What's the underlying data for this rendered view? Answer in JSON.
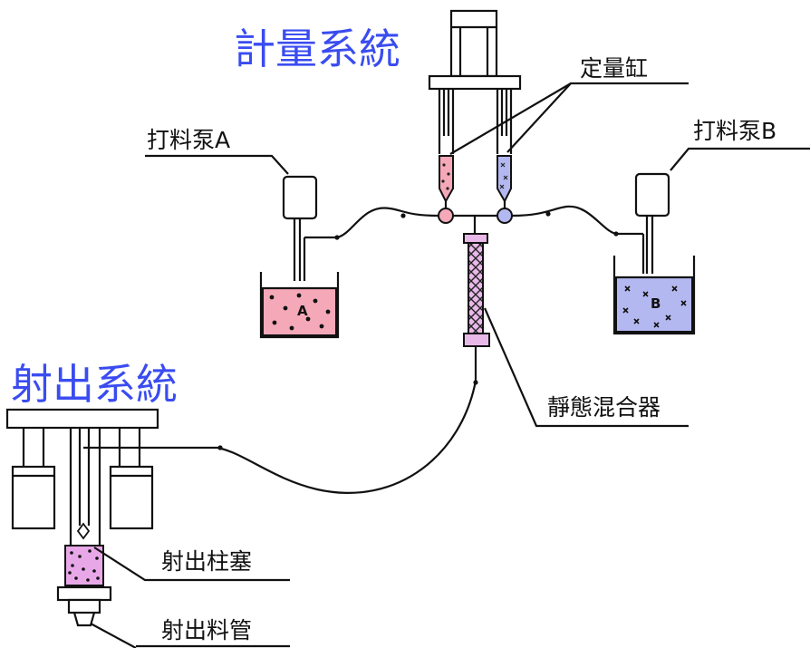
{
  "colors": {
    "title": "#3a4cf0",
    "fluid_a": "#f4a8b8",
    "fluid_b": "#b4b8f0",
    "mixer": "#e8b8e8",
    "plunger": "#e8a8e8"
  },
  "titles": {
    "metering": "計量系統",
    "injection": "射出系統"
  },
  "labels": {
    "metering_cylinder": "定量缸",
    "pump_a": "打料泵A",
    "pump_b": "打料泵B",
    "static_mixer": "靜態混合器",
    "injection_plunger": "射出柱塞",
    "injection_tube": "射出料管"
  },
  "tanks": {
    "a_letter": "A",
    "b_letter": "B"
  }
}
